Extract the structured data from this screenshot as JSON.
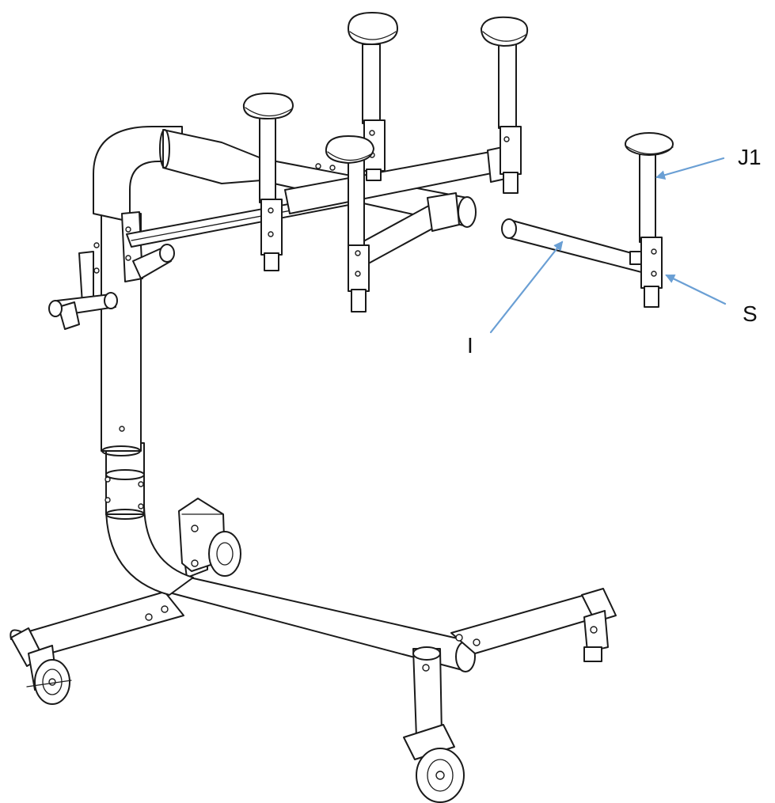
{
  "labels": {
    "J1": "J1",
    "S": "S",
    "I": "I"
  },
  "colors": {
    "line": "#1a1a1a",
    "pointer": "#6a9fd4",
    "background": "#ffffff"
  }
}
